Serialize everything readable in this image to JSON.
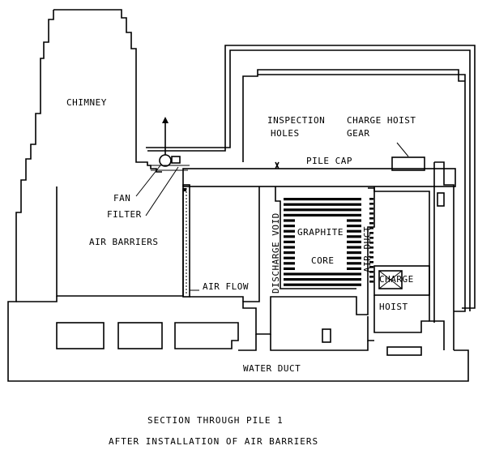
{
  "labels": {
    "chimney": "CHIMNEY",
    "inspection_line1": "INSPECTION",
    "inspection_line2": "HOLES",
    "charge_hoist_line1": "CHARGE HOIST",
    "charge_hoist_line2": "GEAR",
    "pile_cap": "PILE CAP",
    "fan": "FAN",
    "filter": "FILTER",
    "air_barriers": "AIR BARRIERS",
    "discharge_void": "DISCHARGE VOID",
    "graphite": "GRAPHITE",
    "core": "CORE",
    "air_duct": "AIR DUCT",
    "air_flow": "AIR FLOW",
    "charge_label_line1": "CHARGE",
    "charge_label_line2": "HOIST",
    "water_duct": "WATER DUCT"
  },
  "caption": {
    "line1": "SECTION THROUGH PILE 1",
    "line2": "AFTER INSTALLATION OF AIR BARRIERS"
  }
}
